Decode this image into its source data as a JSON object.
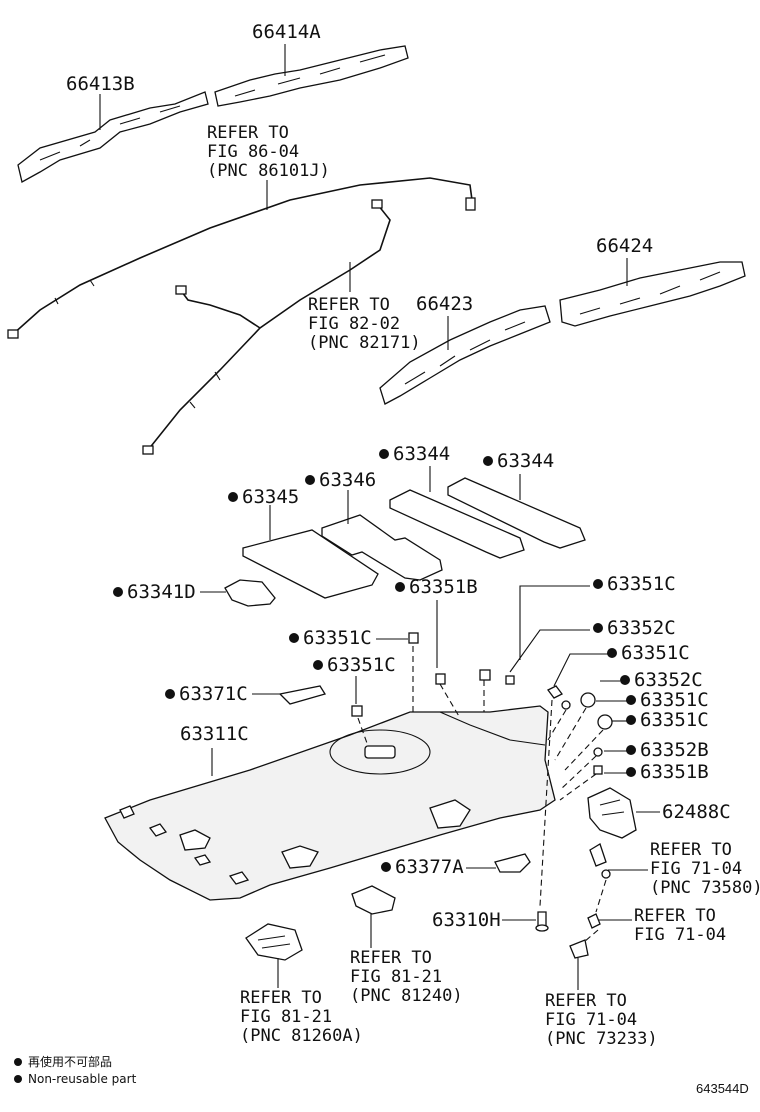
{
  "labels": {
    "p66414A": "66414A",
    "p66413B": "66413B",
    "p66424": "66424",
    "p66423": "66423",
    "p63344a": "63344",
    "p63344b": "63344",
    "p63346": "63346",
    "p63345": "63345",
    "p63341D": "63341D",
    "p63351B_top": "63351B",
    "p63351C_1": "63351C",
    "p63352C_1": "63352C",
    "p63351C_2": "63351C",
    "p63351C_3": "63351C",
    "p63351C_4": "63351C",
    "p63352C_2": "63352C",
    "p63351C_5": "63351C",
    "p63351C_6": "63351C",
    "p63371C": "63371C",
    "p63311C": "63311C",
    "p63352B": "63352B",
    "p63351B_bot": "63351B",
    "p62488C": "62488C",
    "p63377A": "63377A",
    "p63310H": "63310H"
  },
  "refs": {
    "r86": [
      "REFER TO",
      "FIG 86-04",
      "(PNC 86101J)"
    ],
    "r82": [
      "REFER TO",
      "FIG 82-02",
      "(PNC 82171)"
    ],
    "r71a": [
      "REFER TO",
      "FIG 71-04",
      "(PNC 73580)"
    ],
    "r71b": [
      "REFER TO",
      "FIG 71-04"
    ],
    "r81a": [
      "REFER TO",
      "FIG 81-21",
      "(PNC 81240)"
    ],
    "r81b": [
      "REFER TO",
      "FIG 81-21",
      "(PNC 81260A)"
    ],
    "r71c": [
      "REFER TO",
      "FIG 71-04",
      "(PNC 73233)"
    ]
  },
  "legend": {
    "japanese": "再使用不可部品",
    "english": "Non-reusable part"
  },
  "diagram_code": "643544D"
}
